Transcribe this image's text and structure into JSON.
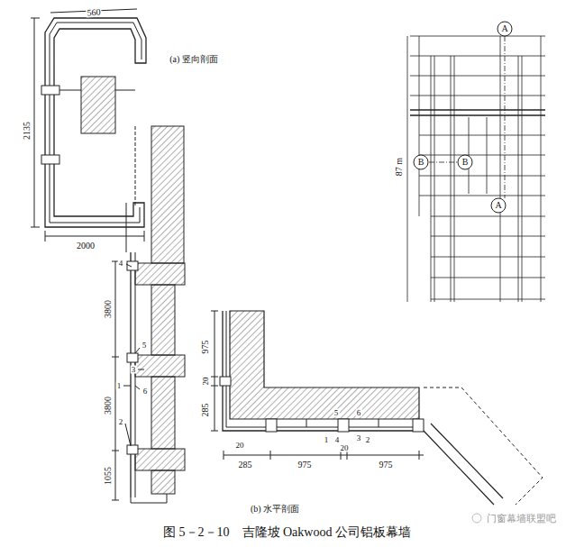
{
  "diagram": {
    "caption": "图 5－2－10　吉隆坡 Oakwood 公司铝板幕墙",
    "labels": [
      "560",
      "(a) 竖向剖面",
      "2135",
      "2000",
      "4",
      "3800",
      "5",
      "3",
      "1",
      "6",
      "3800",
      "2",
      "1055",
      "975",
      "20",
      "285",
      "5",
      "6",
      "3",
      "20",
      "1",
      "4",
      "20",
      "2",
      "285",
      "975",
      "975",
      "(b) 水平剖面",
      "A",
      "87 m",
      "B",
      "B",
      "A",
      "门窗幕墙联盟吧"
    ]
  }
}
